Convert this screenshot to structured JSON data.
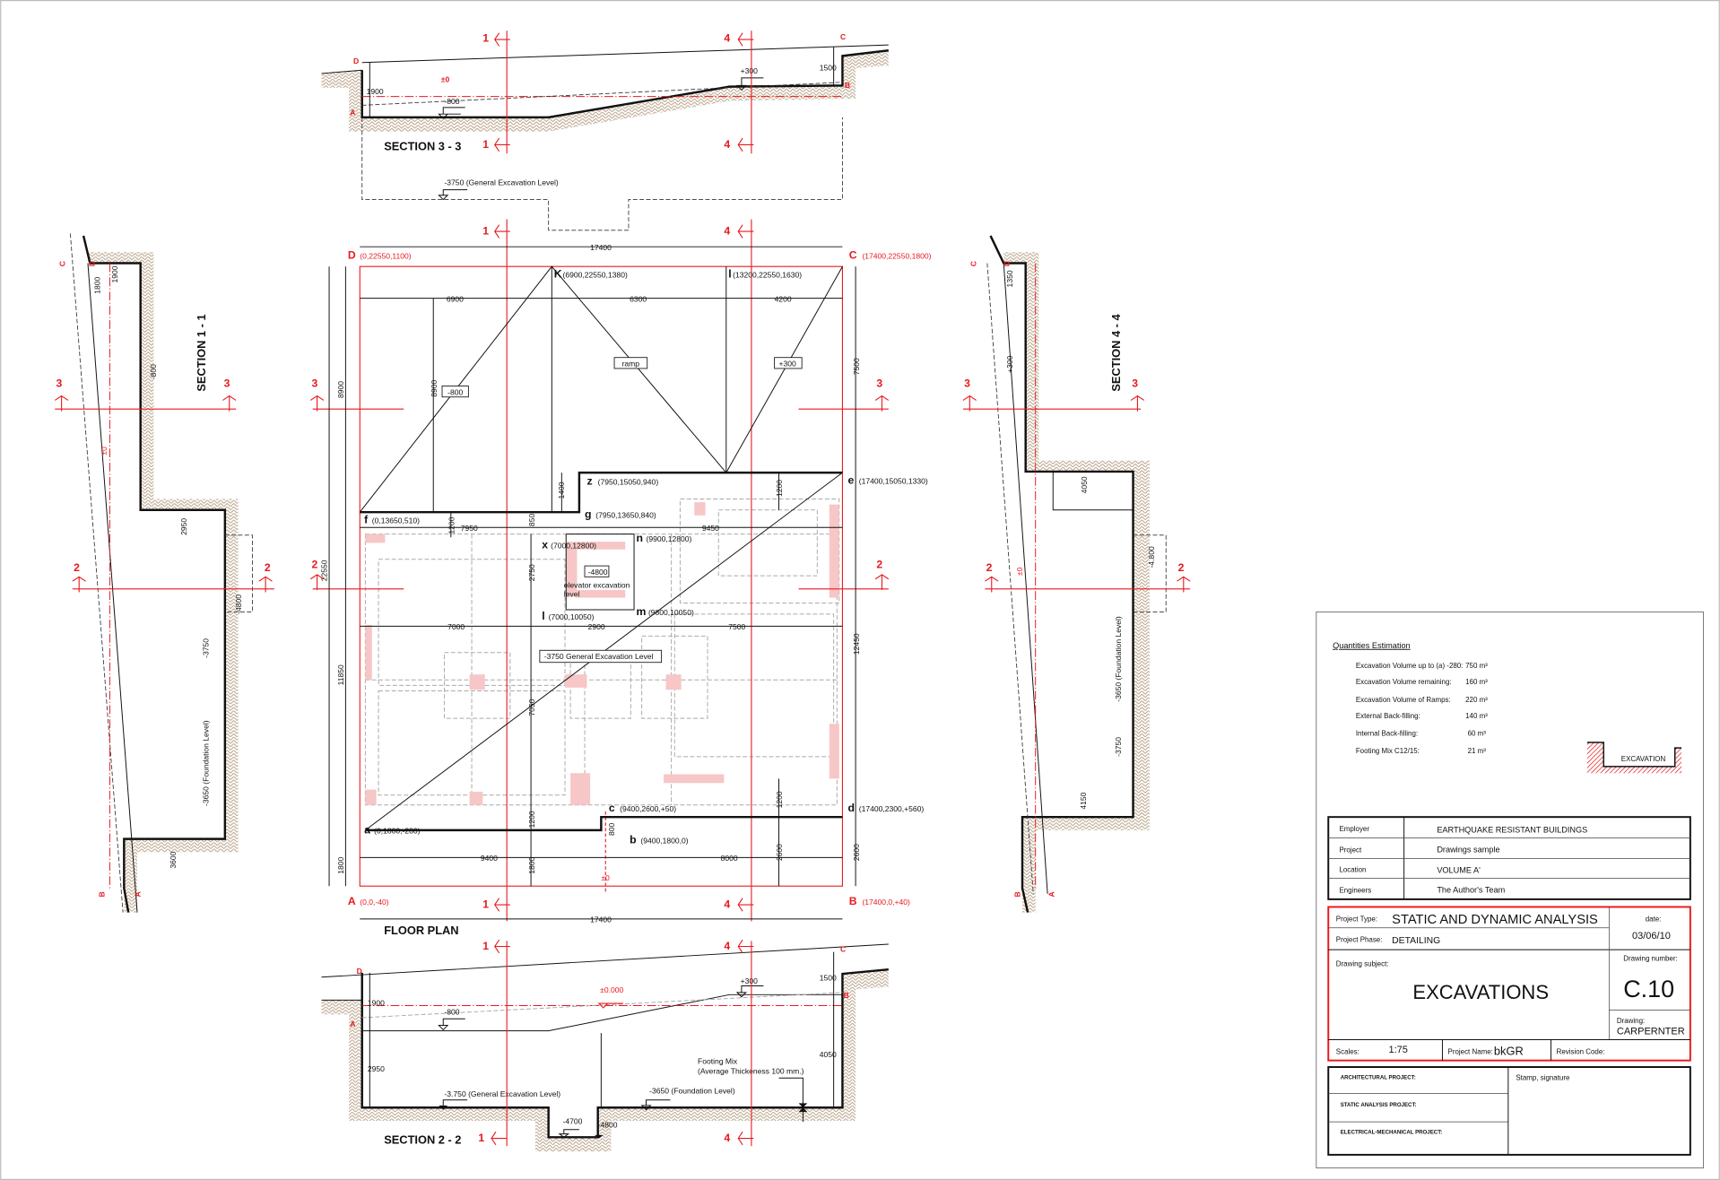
{
  "section_3_3": {
    "title": "SECTION  3 - 3",
    "corner_D": "D",
    "corner_C": "C",
    "corner_A": "A",
    "corner_B": "B",
    "dim_left": "1900",
    "dim_right": "1500",
    "level_zero": "±0",
    "level_low": "-800",
    "level_high": "+300",
    "general_level": "-3750 (General Excavation Level)"
  },
  "section_2_2": {
    "title": "SECTION  2 - 2",
    "corner_D": "D",
    "corner_C": "C",
    "corner_A": "A",
    "corner_B": "B",
    "dim_top_left": "1900",
    "dim_bottom_left": "2950",
    "dim_top_right": "1500",
    "dim_right": "4050",
    "level_zero": "±0.000",
    "level_low": "-800",
    "level_high": "+300",
    "general_level": "-3.750 (General Excavation Level)",
    "foundation_level": "-3650 (Foundation Level)",
    "footing_note_1": "Footing Mix",
    "footing_note_2": "(Average Thickeness 100 mm.)",
    "pit_level_1": "-4700",
    "pit_level_2": "-4800"
  },
  "section_1_1": {
    "title": "SECTION  1 - 1",
    "corner_C": "C",
    "corner_D": "D",
    "corner_B": "B",
    "corner_A": "A",
    "dim_1": "1800",
    "dim_2": "1900",
    "dim_3": "2950",
    "dim_4": "3600",
    "level_low": "-800",
    "level_zero": "±0",
    "pit": "-4800",
    "general_level": "-3750",
    "foundation_level": "-3650 (Foundation Level)"
  },
  "section_4_4": {
    "title": "SECTION  4 - 4",
    "corner_C": "C",
    "corner_D": "D",
    "corner_B": "B",
    "corner_A": "A",
    "dim_1": "1350",
    "dim_2": "4050",
    "dim_3": "4150",
    "level_high": "+300",
    "level_zero": "±0",
    "pit": "-4.800",
    "general_level": "-3750",
    "foundation_level": "-3650 (Foundation Level)"
  },
  "cut_marks": {
    "s1": "1",
    "s2": "2",
    "s3": "3",
    "s4": "4"
  },
  "floor_plan": {
    "title": "FLOOR PLAN",
    "corners": {
      "D": "D",
      "D_coord": "(0,22550,1100)",
      "C": "C",
      "C_coord": "(17400,22550,1800)",
      "A": "A",
      "A_coord": "(0,0,-40)",
      "B": "B",
      "B_coord": "(17400,0,+40)"
    },
    "points": {
      "K": "K",
      "K_coord": "(6900,22550,1380)",
      "l": "l",
      "l_coord": "(13200,22550,1630)",
      "z": "z",
      "z_coord": "(7950,15050,940)",
      "e": "e",
      "e_coord": "(17400,15050,1330)",
      "f": "f",
      "f_coord": "(0,13650,510)",
      "g": "g",
      "g_coord": "(7950,13650,840)",
      "x": "x",
      "x_coord": "(7000,12800)",
      "n": "n",
      "n_coord": "(9900,12800)",
      "l2": "l",
      "l2_coord": "(7000,10050)",
      "m": "m",
      "m_coord": "(9800,10050)",
      "a": "a",
      "a_coord": "(0,1800,-280)",
      "b": "b",
      "b_coord": "(9400,1800,0)",
      "c": "c",
      "c_coord": "(9400,2600,+50)",
      "d": "d",
      "d_coord": "(17400,2300,+560)"
    },
    "tags": {
      "low": "-800",
      "ramp": "ramp",
      "high": "+300",
      "elevator_level": "-4800",
      "elevator_note_1": "elevator excavation",
      "elevator_note_2": "level",
      "general": "-3750  General Excavation Level",
      "zero": "±0"
    },
    "dims": {
      "top_total": "17400",
      "bottom_total": "17400",
      "top_1": "6900",
      "top_2": "6300",
      "top_3": "4200",
      "mid_1": "7950",
      "mid_2": "9450",
      "row_1": "7000",
      "row_2": "2900",
      "row_3": "7500",
      "bot_1": "9400",
      "bot_2": "8000",
      "left_total": "22550",
      "left_1": "8900",
      "left_2": "11850",
      "left_3": "1800",
      "inner_8900": "8900",
      "v_1400": "1400",
      "v_1200a": "1200",
      "v_1200b": "1200",
      "v_850": "850",
      "v_2750": "2750",
      "v_7050": "7050",
      "v_1200c": "1200",
      "v_1800": "1800",
      "v_800": "800",
      "v_2600": "2600",
      "v_1200d": "1200",
      "right_1": "7500",
      "right_2": "12450",
      "right_3": "2600"
    }
  },
  "quantities": {
    "title": "Quantities Estimation",
    "rows": [
      {
        "label": "Excavation Volume up to (a) -280:",
        "value": "750 m³"
      },
      {
        "label": "Excavation Volume remaining:",
        "value": "160 m³"
      },
      {
        "label": "Excavation Volume of Ramps:",
        "value": "220 m³"
      },
      {
        "label": "External Back-filling:",
        "value": "140 m³"
      },
      {
        "label": "Internal Back-filling:",
        "value": "60 m³"
      },
      {
        "label": "Footing Mix C12/15:",
        "value": "21 m³"
      }
    ],
    "legend_label": "EXCAVATION"
  },
  "title_block": {
    "info": [
      {
        "label": "Employer",
        "value": "EARTHQUAKE RESISTANT BUILDINGS"
      },
      {
        "label": "Project",
        "value": "Drawings sample"
      },
      {
        "label": "Location",
        "value": "VOLUME A'"
      },
      {
        "label": "Engineers",
        "value": "The Author's Team"
      }
    ],
    "project_type_label": "Project Type:",
    "project_type": "STATIC AND DYNAMIC ANALYSIS",
    "project_phase_label": "Project Phase:",
    "project_phase": "DETAILING",
    "date_label": "date:",
    "date": "03/06/10",
    "subject_label": "Drawing subject:",
    "subject": "EXCAVATIONS",
    "number_label": "Drawing number:",
    "number": "C.10",
    "drawing_label": "Drawing:",
    "drawing": "CARPERNTER",
    "scales_label": "Scales:",
    "scales": "1:75",
    "project_name_label": "Project Name:",
    "project_name": "bkGR",
    "revision_label": "Revision Code:",
    "arch_label": "ARCHITECTURAL PROJECT:",
    "static_label": "STATIC ANALYSIS PROJECT:",
    "elec_label": "ELECTRICAL-MECHANICAL PROJECT:",
    "stamp_label": "Stamp, signature"
  },
  "colors": {
    "red": "#e8191d",
    "earth": "#b9a48a",
    "footing": "#f7c6c6"
  }
}
